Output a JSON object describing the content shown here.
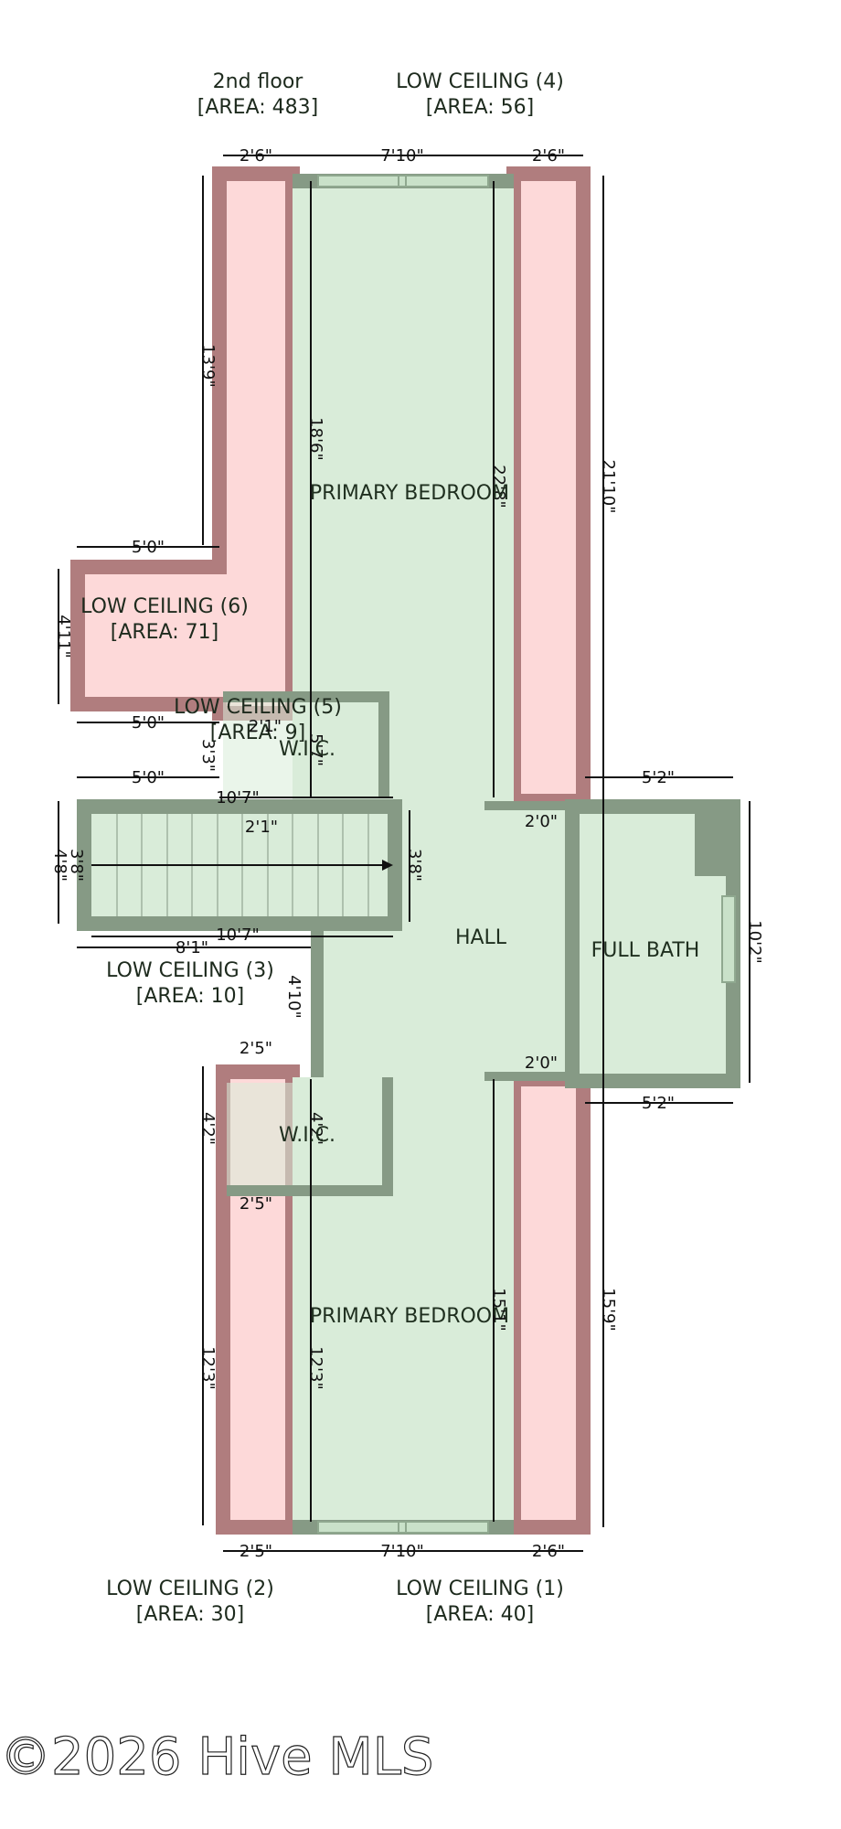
{
  "header": {
    "floor_name": "2nd floor",
    "floor_area": "[AREA: 483]",
    "low4_name": "LOW CEILING (4)",
    "low4_area": "[AREA: 56]"
  },
  "labels": {
    "low6_name": "LOW CEILING (6)",
    "low6_area": "[AREA: 71]",
    "low5_name": "LOW CEILING (5)",
    "low5_area": "[AREA: 9]",
    "low3_name": "LOW CEILING (3)",
    "low3_area": "[AREA: 10]",
    "low2_name": "LOW CEILING (2)",
    "low2_area": "[AREA: 30]",
    "low1_name": "LOW CEILING (1)",
    "low1_area": "[AREA: 40]"
  },
  "rooms": {
    "bedroom_top": "PRIMARY BEDROOM",
    "bedroom_bottom": "PRIMARY BEDROOM",
    "wic_top": "W.I.C.",
    "wic_bottom": "W.I.C.",
    "hall": "HALL",
    "bath": "FULL BATH"
  },
  "dims": {
    "top_left": "2'6\"",
    "top_mid": "7'10\"",
    "top_right": "2'6\"",
    "left_13_9": "13'9\"",
    "inner_18_6": "18'6\"",
    "inner_22_8": "22'8\"",
    "right_21_10": "21'10\"",
    "ell_5_0_a": "5'0\"",
    "ell_4_11": "4'11\"",
    "ell_5_0_b": "5'0\"",
    "wic_2_1": "2'1\"",
    "wic_3_3": "3'3\"",
    "wic_5_7": "5'7\"",
    "stair_5_0": "5'0\"",
    "stair_10_7_top": "10'7\"",
    "stair_2_1": "2'1\"",
    "stair_3_8_l": "3'8\"",
    "stair_4_8": "4'8\"",
    "stair_3_8_r": "3'8\"",
    "stair_10_7_bot": "10'7\"",
    "stair_8_1": "8'1\"",
    "hall_4_10": "4'10\"",
    "bath_5_2_top": "5'2\"",
    "bath_2_0_top": "2'0\"",
    "bath_10_2": "10'2\"",
    "bath_2_0_bot": "2'0\"",
    "bath_5_2_bot": "5'2\"",
    "low_2_5_a": "2'5\"",
    "low_4_2_l": "4'2\"",
    "low_4_2_r": "4'2\"",
    "low_2_5_b": "2'5\"",
    "low_12_3_l": "12'3\"",
    "low_12_3_r": "12'3\"",
    "inner_15_1": "15'1\"",
    "right_15_9": "15'9\"",
    "bot_left": "2'5\"",
    "bot_mid": "7'10\"",
    "bot_right": "2'6\""
  },
  "watermark": "©2026 Hive MLS",
  "colors": {
    "low_ceiling_fill": "#fdd9d9",
    "low_ceiling_wall": "#b07d7e",
    "room_fill": "#d9ecd9",
    "room_wall": "#869a85",
    "window": "#c9e1c9"
  }
}
